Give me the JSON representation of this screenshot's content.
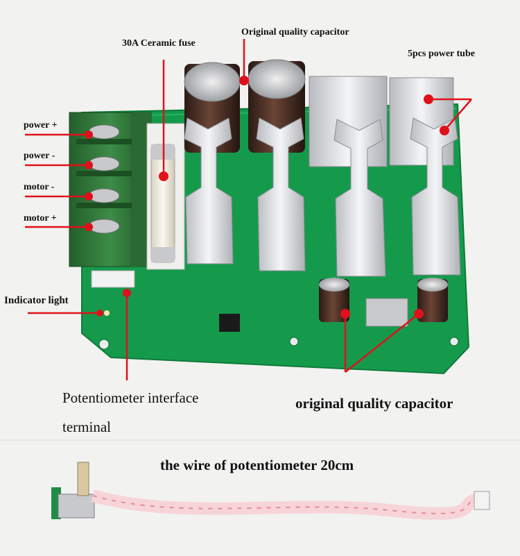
{
  "labels": {
    "fuse": "30A Ceramic fuse",
    "capacitor_top": "Original quality capacitor",
    "power_tube": "5pcs power tube",
    "power_plus": "power +",
    "power_minus": "power  -",
    "motor_minus": "motor -",
    "motor_plus": "motor +",
    "indicator_light": "Indicator light",
    "pot_interface_line1": "Potentiometer interface",
    "pot_interface_line2": "terminal",
    "capacitor_bottom": "original quality capacitor",
    "pot_wire": "the wire of potentiometer 20cm"
  },
  "colors": {
    "pcb": "#159a4c",
    "terminal_block": "#2e7d3a",
    "callout": "#e0101a",
    "heatsink": "#dcdde0",
    "capacitor": "#4a2c22"
  }
}
